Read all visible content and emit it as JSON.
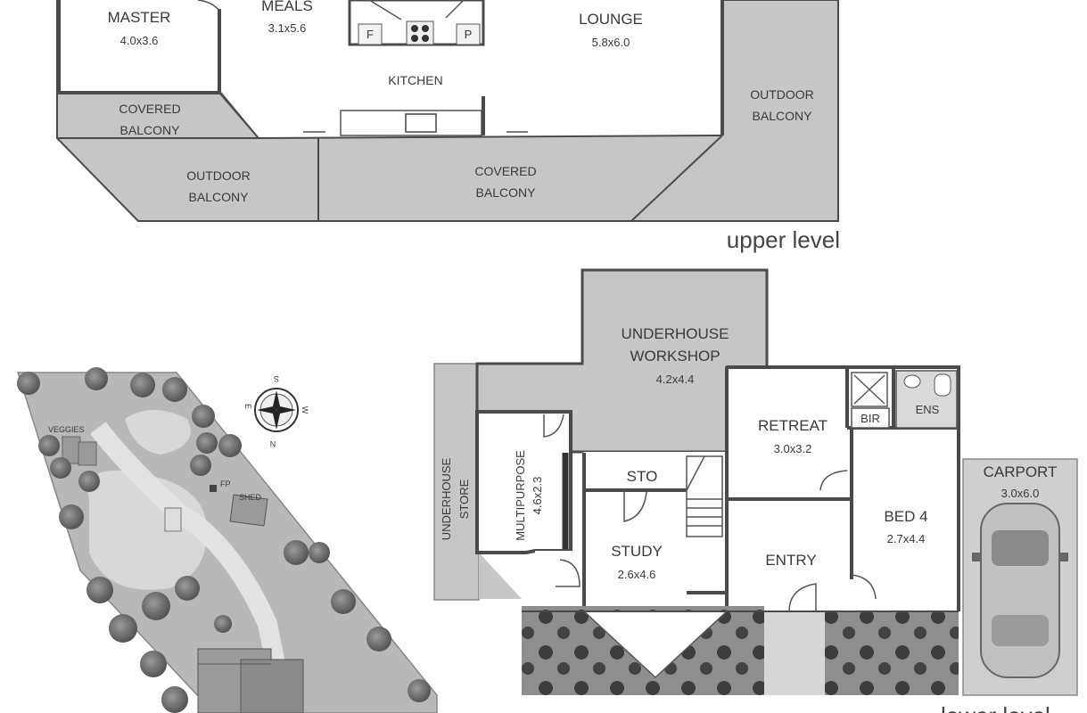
{
  "upper": {
    "level_label": "upper level",
    "master": {
      "name": "MASTER",
      "size": "4.0x3.6"
    },
    "meals": {
      "name": "MEALS",
      "size": "3.1x5.6"
    },
    "kitchen": {
      "name": "KITCHEN",
      "fridge": "F",
      "pantry": "P"
    },
    "lounge": {
      "name": "LOUNGE",
      "size": "5.8x6.0"
    },
    "covered_balcony_left": {
      "line1": "COVERED",
      "line2": "BALCONY"
    },
    "outdoor_balcony_left": {
      "line1": "OUTDOOR",
      "line2": "BALCONY"
    },
    "covered_balcony_center": {
      "line1": "COVERED",
      "line2": "BALCONY"
    },
    "outdoor_balcony_right": {
      "line1": "OUTDOOR",
      "line2": "BALCONY"
    }
  },
  "lower": {
    "level_label": "lower level",
    "workshop": {
      "line1": "UNDERHOUSE",
      "line2": "WORKSHOP",
      "size": "4.2x4.4"
    },
    "store": {
      "line1": "UNDERHOUSE",
      "line2": "STORE"
    },
    "multipurpose": {
      "name": "MULTIPURPOSE",
      "size": "4.6x2.3"
    },
    "sto": "STO",
    "study": {
      "name": "STUDY",
      "size": "2.6x4.6"
    },
    "retreat": {
      "name": "RETREAT",
      "size": "3.0x3.2"
    },
    "bir": "BIR",
    "ens": "ENS",
    "bed4": {
      "name": "BED 4",
      "size": "2.7x4.4"
    },
    "entry": "ENTRY",
    "carport": {
      "name": "CARPORT",
      "size": "3.0x6.0"
    }
  },
  "site": {
    "veggies": "VEGGIES",
    "fp": "FP",
    "shed": "SHED",
    "compass": {
      "n": "N",
      "s": "S",
      "e": "E",
      "w": "W"
    }
  },
  "colors": {
    "balcony": "#c6c6c6",
    "room": "#ffffff",
    "wall": "#4a4a4a",
    "garden": "#8e8e8e",
    "site": "#b8b8b8"
  }
}
